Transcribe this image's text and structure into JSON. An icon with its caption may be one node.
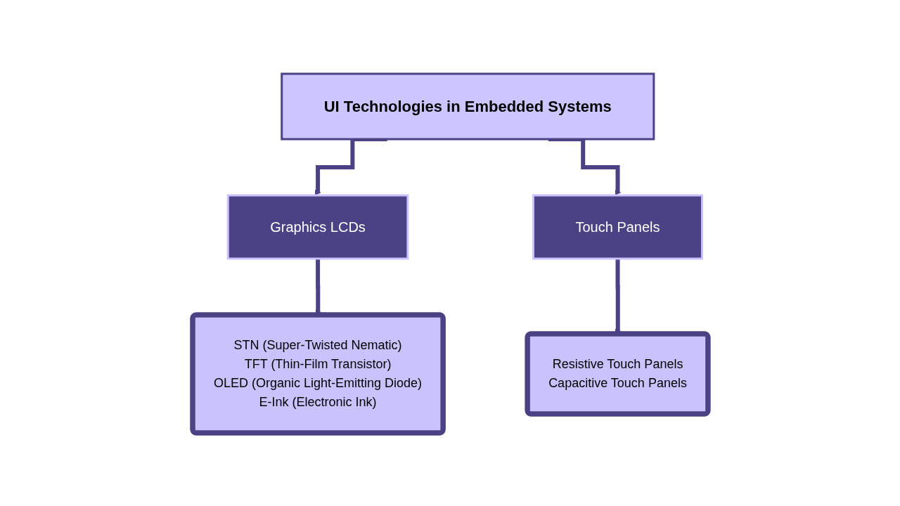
{
  "diagram": {
    "nodes": [
      {
        "text": [
          "UI Technologies in Embedded Systems"
        ]
      },
      {
        "text": [
          "Graphics LCDs"
        ]
      },
      {
        "text": [
          "Touch Panels"
        ]
      },
      {
        "text": [
          "STN (Super-Twisted Nematic)",
          "TFT (Thin-Film Transistor)",
          "OLED (Organic Light-Emitting Diode)",
          "E-Ink (Electronic Ink)"
        ]
      },
      {
        "text": [
          "Resistive Touch Panels",
          "Capacitive Touch Panels"
        ]
      }
    ],
    "edges": [
      {
        "from": 0,
        "to": 1,
        "arrow": "to"
      },
      {
        "from": 0,
        "to": 2,
        "arrow": "to"
      },
      {
        "from": 1,
        "to": 3,
        "arrow": "to"
      },
      {
        "from": 2,
        "to": 4,
        "arrow": "to"
      }
    ]
  }
}
